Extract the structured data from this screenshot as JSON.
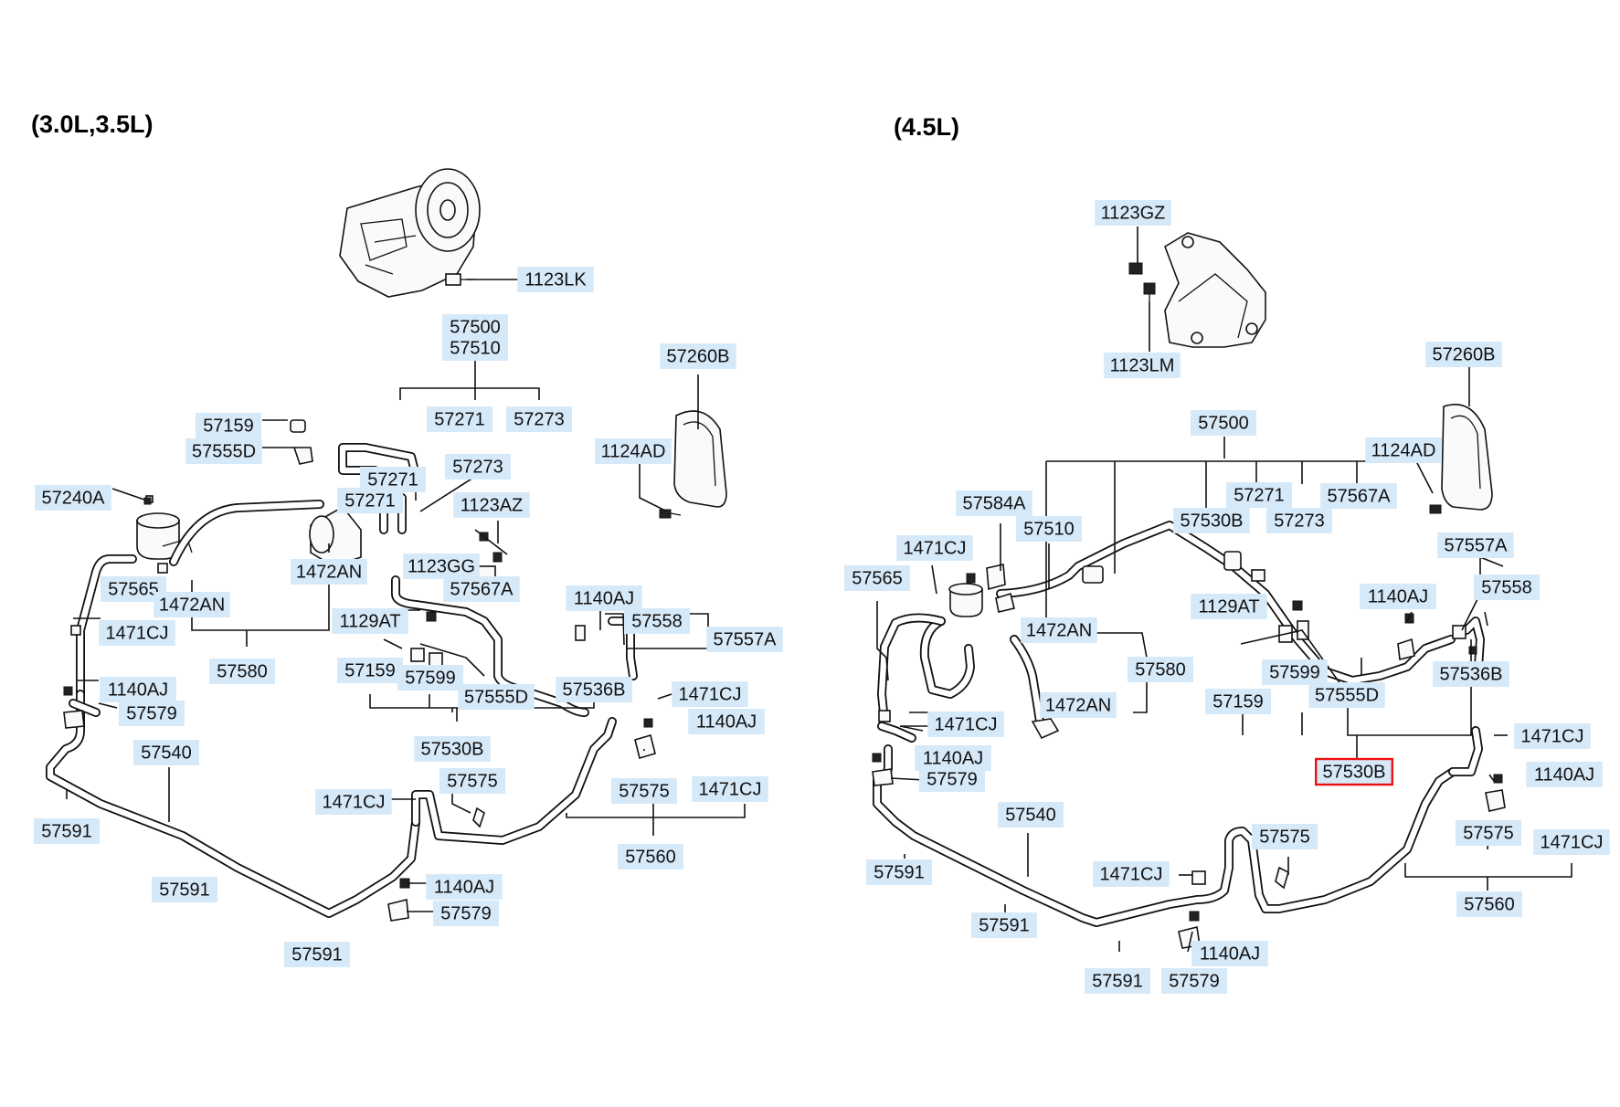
{
  "sections": {
    "left_title": "(3.0L,3.5L)",
    "right_title": "(4.5L)"
  },
  "left_labels": [
    {
      "id": "l1",
      "text": "1123LK"
    },
    {
      "id": "l2",
      "text": "57500"
    },
    {
      "id": "l3",
      "text": "57510"
    },
    {
      "id": "l4",
      "text": "57260B"
    },
    {
      "id": "l5",
      "text": "57271"
    },
    {
      "id": "l6",
      "text": "57273"
    },
    {
      "id": "l7",
      "text": "57159"
    },
    {
      "id": "l8",
      "text": "57555D"
    },
    {
      "id": "l9",
      "text": "1124AD"
    },
    {
      "id": "l10",
      "text": "57273"
    },
    {
      "id": "l11",
      "text": "57271"
    },
    {
      "id": "l12",
      "text": "57240A"
    },
    {
      "id": "l13",
      "text": "57271"
    },
    {
      "id": "l14",
      "text": "1123AZ"
    },
    {
      "id": "l15",
      "text": "1472AN"
    },
    {
      "id": "l16",
      "text": "1123GG"
    },
    {
      "id": "l17",
      "text": "57565"
    },
    {
      "id": "l18",
      "text": "57567A"
    },
    {
      "id": "l19",
      "text": "1472AN"
    },
    {
      "id": "l20",
      "text": "1140AJ"
    },
    {
      "id": "l21",
      "text": "57558"
    },
    {
      "id": "l22",
      "text": "1129AT"
    },
    {
      "id": "l23",
      "text": "1471CJ"
    },
    {
      "id": "l24",
      "text": "57557A"
    },
    {
      "id": "l25",
      "text": "57580"
    },
    {
      "id": "l26",
      "text": "57159"
    },
    {
      "id": "l27",
      "text": "57599"
    },
    {
      "id": "l28",
      "text": "1140AJ"
    },
    {
      "id": "l29",
      "text": "57536B"
    },
    {
      "id": "l30",
      "text": "1471CJ"
    },
    {
      "id": "l31",
      "text": "57579"
    },
    {
      "id": "l32",
      "text": "57555D"
    },
    {
      "id": "l33",
      "text": "1140AJ"
    },
    {
      "id": "l34",
      "text": "57540"
    },
    {
      "id": "l35",
      "text": "57530B"
    },
    {
      "id": "l36",
      "text": "57575"
    },
    {
      "id": "l37",
      "text": "1471CJ"
    },
    {
      "id": "l38",
      "text": "57575"
    },
    {
      "id": "l39",
      "text": "1471CJ"
    },
    {
      "id": "l40",
      "text": "57591"
    },
    {
      "id": "l41",
      "text": "57560"
    },
    {
      "id": "l42",
      "text": "1140AJ"
    },
    {
      "id": "l43",
      "text": "57591"
    },
    {
      "id": "l44",
      "text": "57579"
    },
    {
      "id": "l45",
      "text": "57591"
    }
  ],
  "right_labels": [
    {
      "id": "r1",
      "text": "1123GZ"
    },
    {
      "id": "r2",
      "text": "1123LM"
    },
    {
      "id": "r3",
      "text": "57260B"
    },
    {
      "id": "r4",
      "text": "57500"
    },
    {
      "id": "r5",
      "text": "1124AD"
    },
    {
      "id": "r6",
      "text": "57584A"
    },
    {
      "id": "r7",
      "text": "57271"
    },
    {
      "id": "r8",
      "text": "57567A"
    },
    {
      "id": "r9",
      "text": "57530B"
    },
    {
      "id": "r10",
      "text": "57273"
    },
    {
      "id": "r11",
      "text": "57510"
    },
    {
      "id": "r12",
      "text": "1471CJ"
    },
    {
      "id": "r13",
      "text": "57557A"
    },
    {
      "id": "r14",
      "text": "57565"
    },
    {
      "id": "r15",
      "text": "57558"
    },
    {
      "id": "r16",
      "text": "1129AT"
    },
    {
      "id": "r17",
      "text": "1140AJ"
    },
    {
      "id": "r18",
      "text": "1472AN"
    },
    {
      "id": "r19",
      "text": "57580"
    },
    {
      "id": "r20",
      "text": "57599"
    },
    {
      "id": "r21",
      "text": "57536B"
    },
    {
      "id": "r22",
      "text": "57159"
    },
    {
      "id": "r23",
      "text": "57555D"
    },
    {
      "id": "r24",
      "text": "1472AN"
    },
    {
      "id": "r25",
      "text": "1471CJ"
    },
    {
      "id": "r26",
      "text": "1471CJ"
    },
    {
      "id": "r27",
      "text": "1140AJ"
    },
    {
      "id": "r28",
      "text": "57530B",
      "selected": true
    },
    {
      "id": "r29",
      "text": "1140AJ"
    },
    {
      "id": "r30",
      "text": "57579"
    },
    {
      "id": "r31",
      "text": "57540"
    },
    {
      "id": "r32",
      "text": "57575"
    },
    {
      "id": "r33",
      "text": "57575"
    },
    {
      "id": "r34",
      "text": "1471CJ"
    },
    {
      "id": "r35",
      "text": "1471CJ"
    },
    {
      "id": "r36",
      "text": "57591"
    },
    {
      "id": "r37",
      "text": "57560"
    },
    {
      "id": "r38",
      "text": "57591"
    },
    {
      "id": "r39",
      "text": "1140AJ"
    },
    {
      "id": "r40",
      "text": "57591"
    },
    {
      "id": "r41",
      "text": "57579"
    }
  ],
  "colors": {
    "label_background": "#d6e9f8",
    "selected_border": "#ee1111"
  }
}
